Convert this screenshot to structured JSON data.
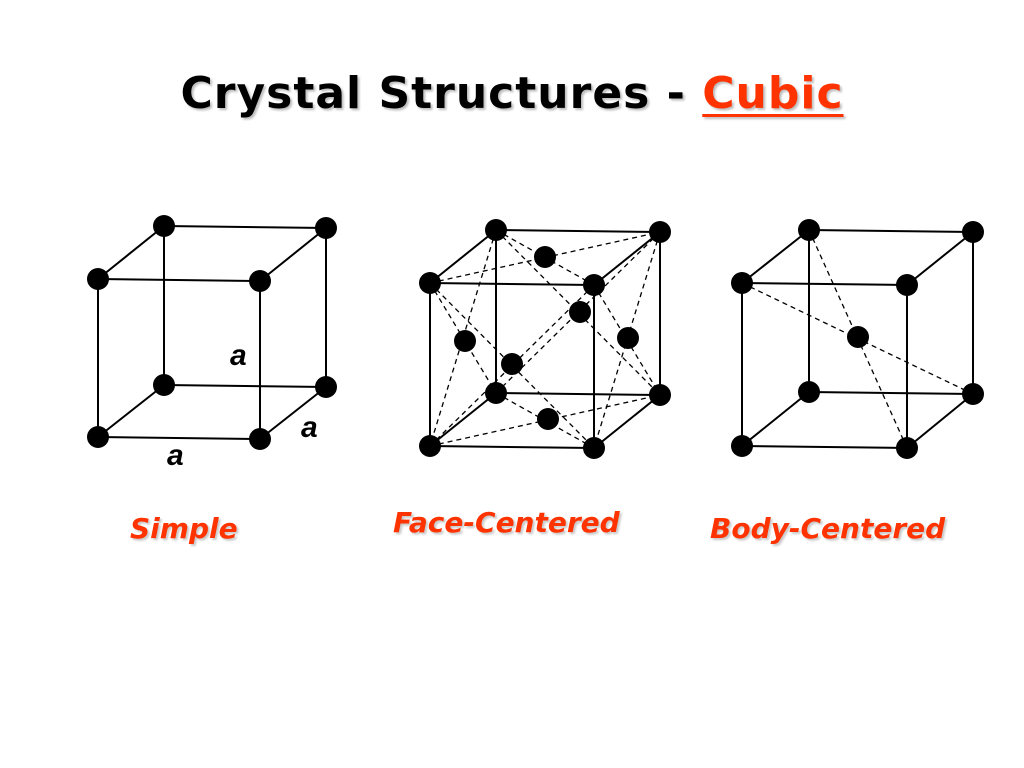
{
  "slide": {
    "title_main": "Crystal Structures - ",
    "title_accent": "Cubic",
    "accent_color": "#ff3300"
  },
  "structures": [
    {
      "caption": "Simple",
      "dimension_labels": [
        "a",
        "a",
        "a"
      ]
    },
    {
      "caption": "Face-Centered"
    },
    {
      "caption": "Body-Centered"
    }
  ]
}
